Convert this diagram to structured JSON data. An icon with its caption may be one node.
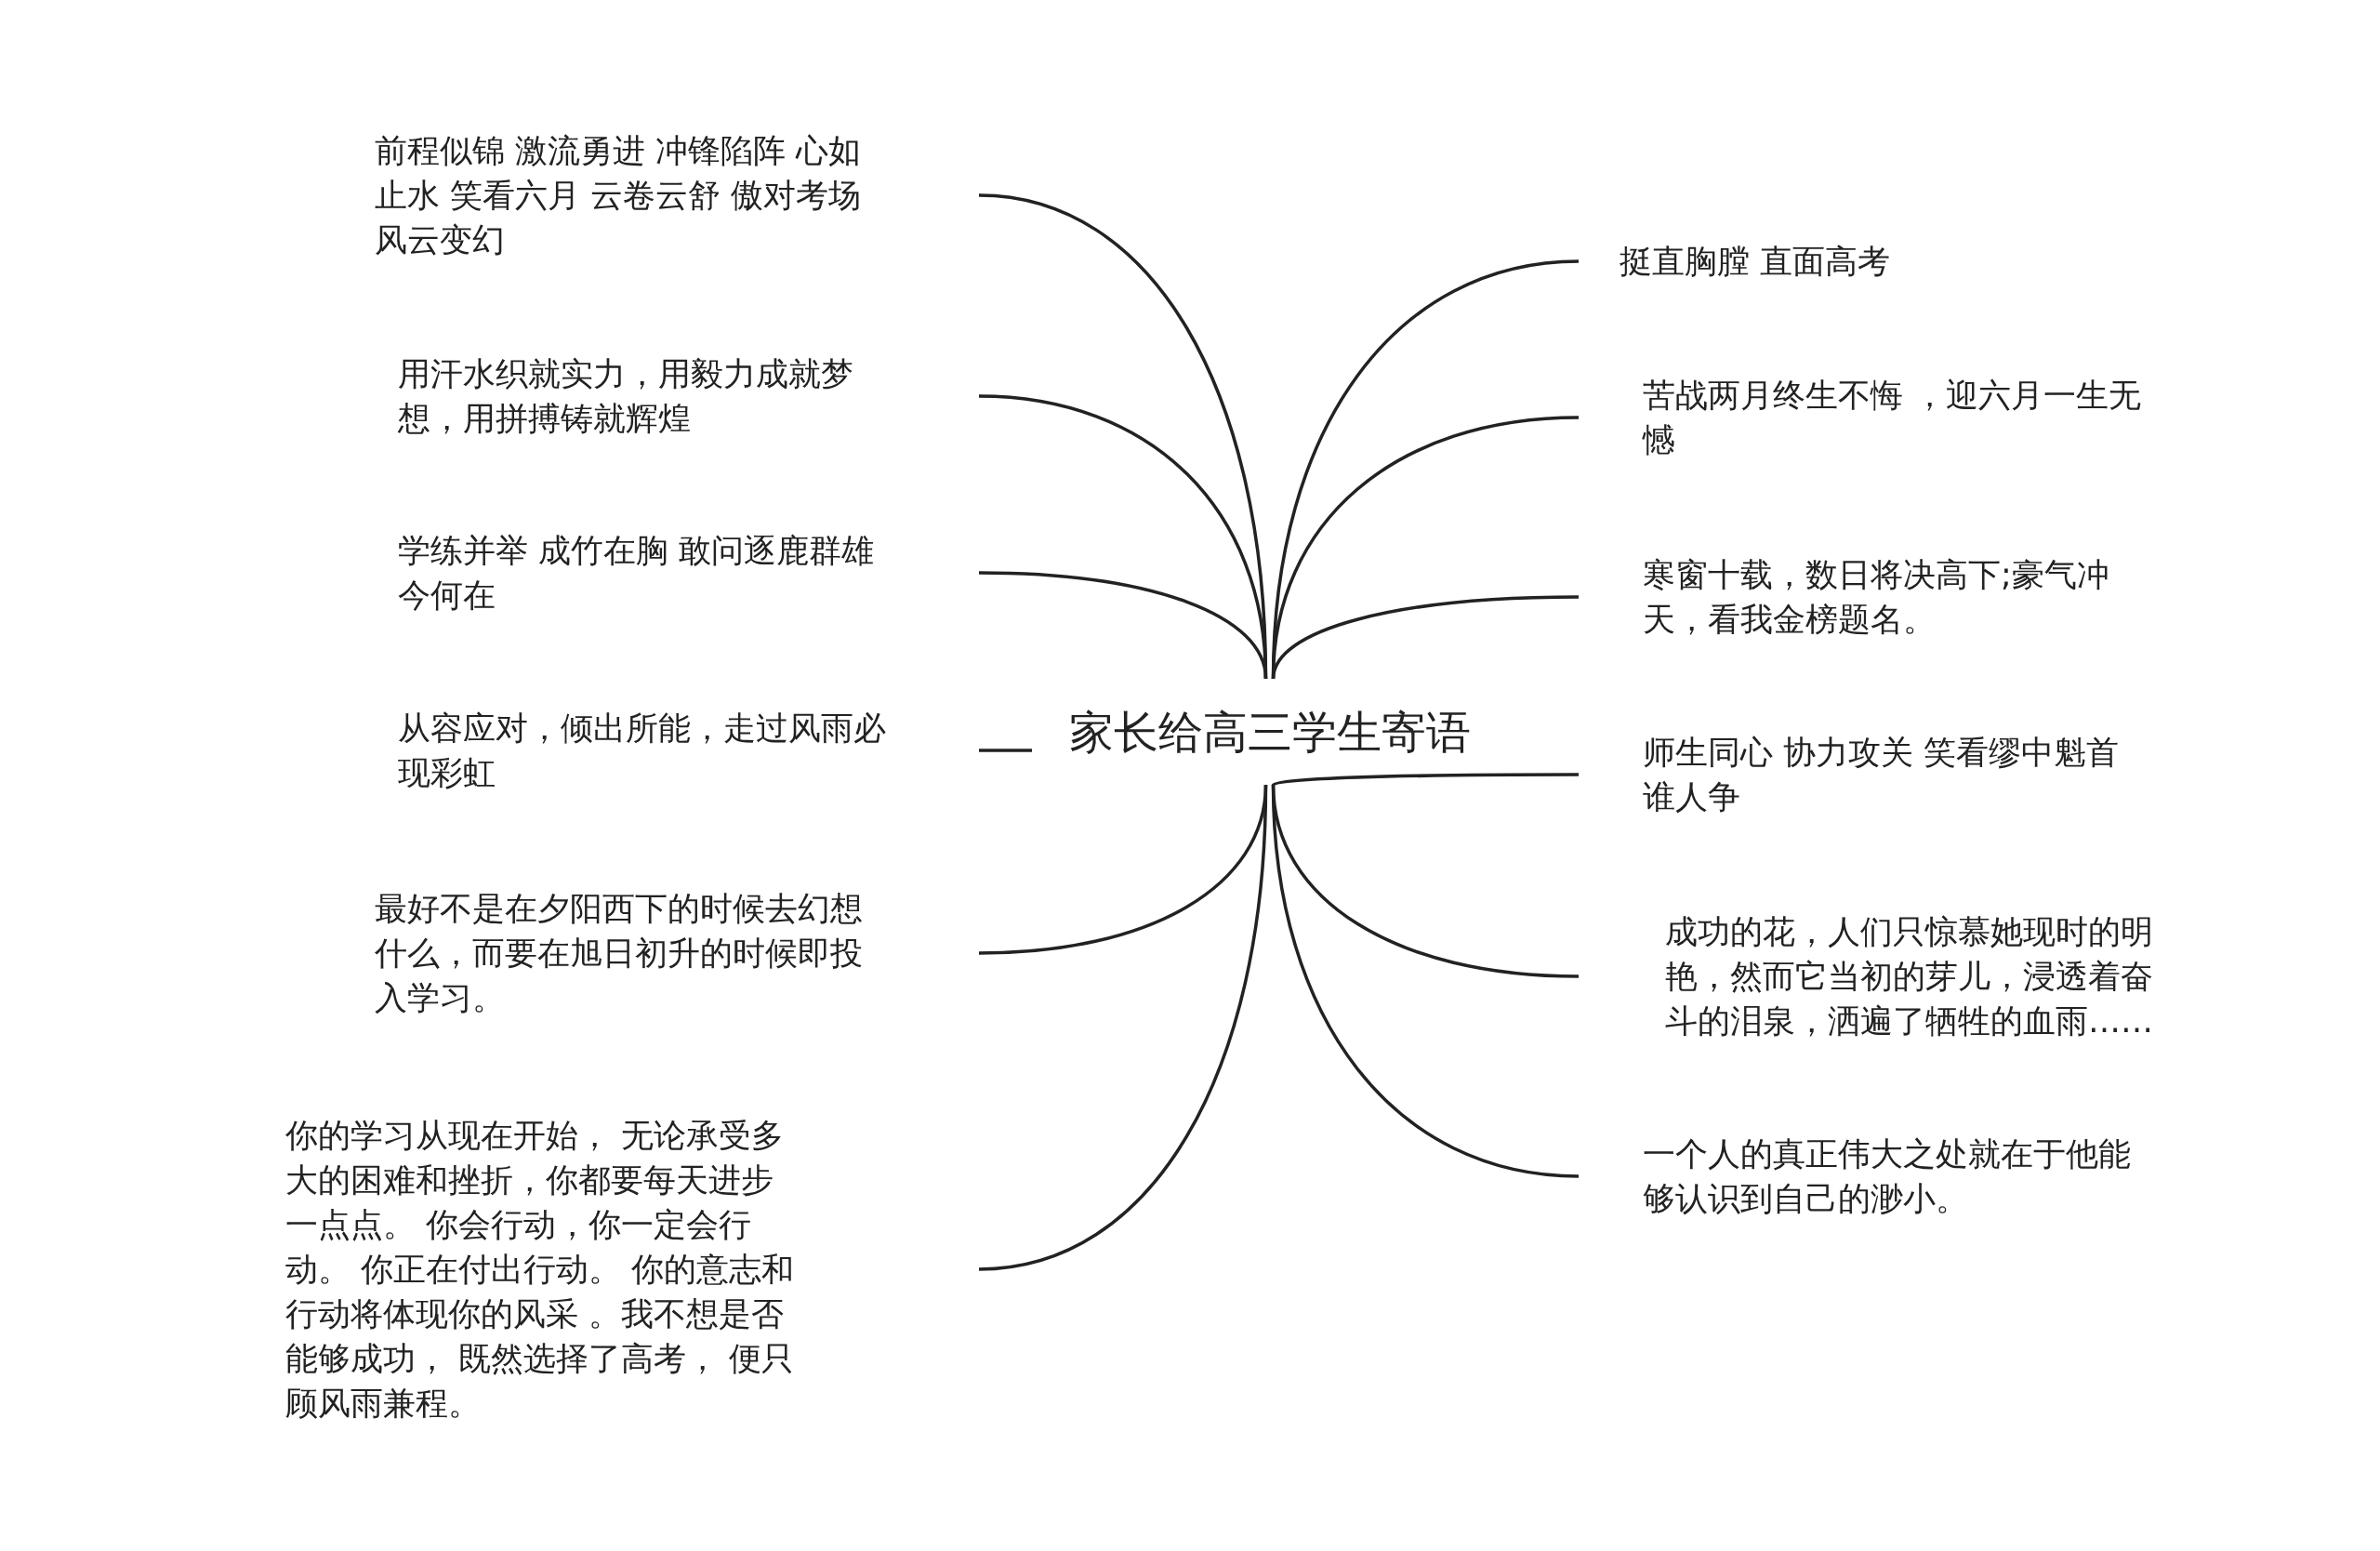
{
  "diagram": {
    "nodes": [
      {
        "text": [
          "家长给高三学生寄语"
        ]
      },
      {
        "text": [
          "前程似锦 激流勇进 冲锋陷阵 心如止水 笑看六月 云卷云舒 傲对考场风云变幻"
        ]
      },
      {
        "text": [
          "用汗水织就实力，用毅力成就梦想，用拼搏铸就辉煌"
        ]
      },
      {
        "text": [
          "学练并举 成竹在胸 敢问逐鹿群雄今何在"
        ]
      },
      {
        "text": [
          "从容应对，倾出所能，走过风雨必现彩虹"
        ]
      },
      {
        "text": [
          "最好不是在夕阳西下的时候去幻想什么，而要在旭日初升的时候即投入学习。"
        ]
      },
      {
        "text": [
          "你的学习从现在开始， 无论承受多大的困难和挫折，你都要每天进步一点点。 你会行动，你一定会行动。 你正在付出行动。 你的意志和行动将体现你的风采 。我不想是否能够成功， 既然选择了高考， 便只顾风雨兼程。"
        ]
      },
      {
        "text": [
          "挺直胸膛 直面高考"
        ]
      },
      {
        "text": [
          "苦战两月终生不悔 ，迎六月一生无憾"
        ]
      },
      {
        "text": [
          "寒窗十载，数日将决高下;豪气冲天，看我金榜题名。"
        ]
      },
      {
        "text": [
          "师生同心 协力攻关 笑看缪中魁首谁人争"
        ]
      },
      {
        "text": [
          "成功的花，人们只惊慕她现时的明艳，然而它当初的芽儿，浸透着奋斗的泪泉，洒遍了牺牲的血雨……"
        ]
      },
      {
        "text": [
          "一个人的真正伟大之处就在于他能够认识到自己的渺小。"
        ]
      }
    ],
    "edges": [
      {
        "from": 0,
        "to": 1,
        "arrow": "none"
      },
      {
        "from": 0,
        "to": 2,
        "arrow": "none"
      },
      {
        "from": 0,
        "to": 3,
        "arrow": "none"
      },
      {
        "from": 0,
        "to": 4,
        "arrow": "none"
      },
      {
        "from": 0,
        "to": 5,
        "arrow": "none"
      },
      {
        "from": 0,
        "to": 6,
        "arrow": "none"
      },
      {
        "from": 0,
        "to": 7,
        "arrow": "none"
      },
      {
        "from": 0,
        "to": 8,
        "arrow": "none"
      },
      {
        "from": 0,
        "to": 9,
        "arrow": "none"
      },
      {
        "from": 0,
        "to": 10,
        "arrow": "none"
      },
      {
        "from": 0,
        "to": 11,
        "arrow": "none"
      },
      {
        "from": 0,
        "to": 12,
        "arrow": "none"
      }
    ]
  }
}
